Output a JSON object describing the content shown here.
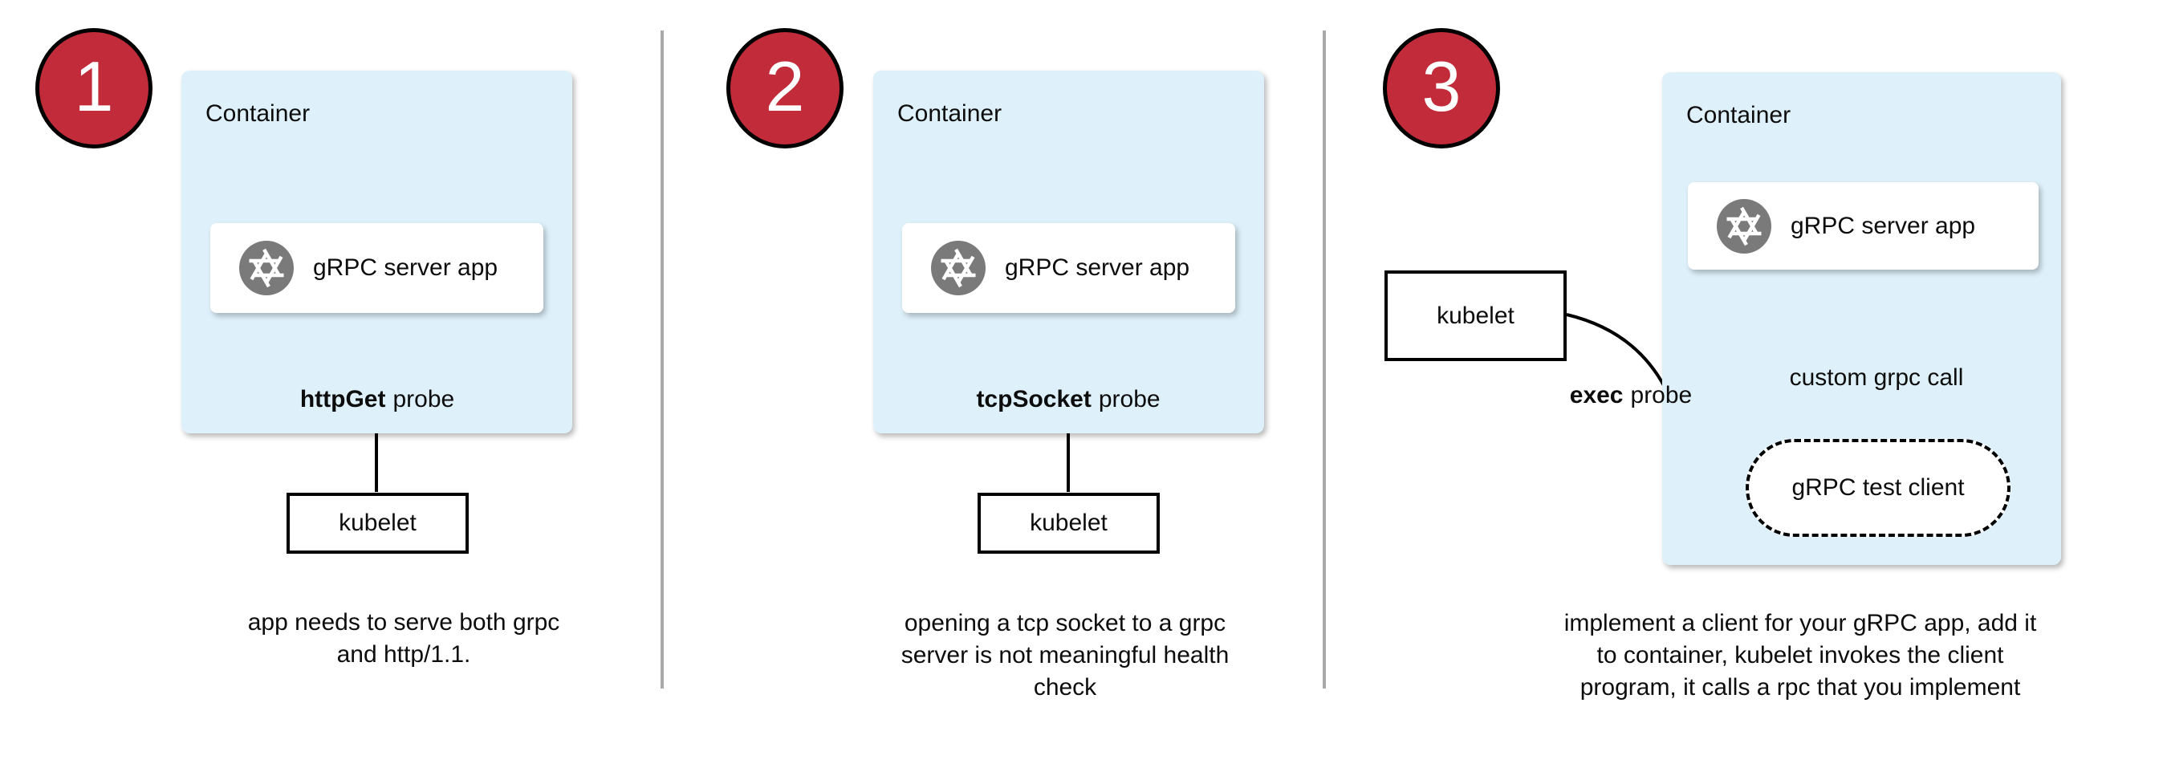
{
  "diagram": {
    "panels": [
      {
        "number": "1",
        "container_label": "Container",
        "app_label": "gRPC server app",
        "probe_bold": "httpGet",
        "probe_rest": "probe",
        "kubelet_label": "kubelet",
        "caption_lines": [
          "app needs to serve both grpc",
          "and http/1.1."
        ]
      },
      {
        "number": "2",
        "container_label": "Container",
        "app_label": "gRPC server app",
        "probe_bold": "tcpSocket",
        "probe_rest": "probe",
        "kubelet_label": "kubelet",
        "caption_lines": [
          "opening a tcp socket to a grpc",
          "server is not meaningful health",
          "check"
        ]
      },
      {
        "number": "3",
        "container_label": "Container",
        "app_label": "gRPC server app",
        "probe_bold": "exec",
        "probe_rest": "probe",
        "kubelet_label": "kubelet",
        "custom_call_label": "custom grpc call",
        "test_client_label": "gRPC test client",
        "caption_lines": [
          "implement a client for your gRPC app, add it",
          "to container, kubelet invokes the client",
          "program, it calls a rpc that you implement"
        ]
      }
    ],
    "colors": {
      "container_fill": "#def0fa",
      "badge_fill": "#c22b3a",
      "badge_text": "#ffffff",
      "icon_gray": "#7a7a7a",
      "divider_gray": "#a9a9a9",
      "ink": "#0d0d0d"
    }
  }
}
